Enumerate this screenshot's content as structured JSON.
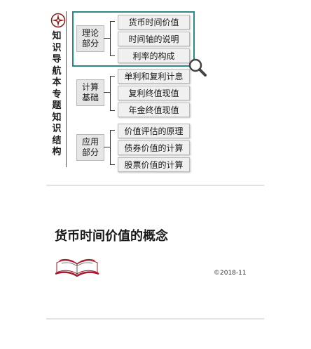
{
  "nav": {
    "title_chars": "知识导航 本专题知识结构"
  },
  "groups": [
    {
      "label": "理论部分",
      "items": [
        "货币时间价值",
        "时间轴的说明",
        "利率的构成"
      ]
    },
    {
      "label": "计算基础",
      "items": [
        "单利和复利计息",
        "复利终值现值",
        "年金终值现值"
      ]
    },
    {
      "label": "应用部分",
      "items": [
        "价值评估的原理",
        "债券价值的计算",
        "股票价值的计算"
      ]
    }
  ],
  "slide2": {
    "title": "货币时间价值的概念",
    "copyright": "©2018-11"
  },
  "colors": {
    "highlight": "#2a8a82",
    "compass": "#8b1a1a",
    "book_red": "#a6192e"
  }
}
